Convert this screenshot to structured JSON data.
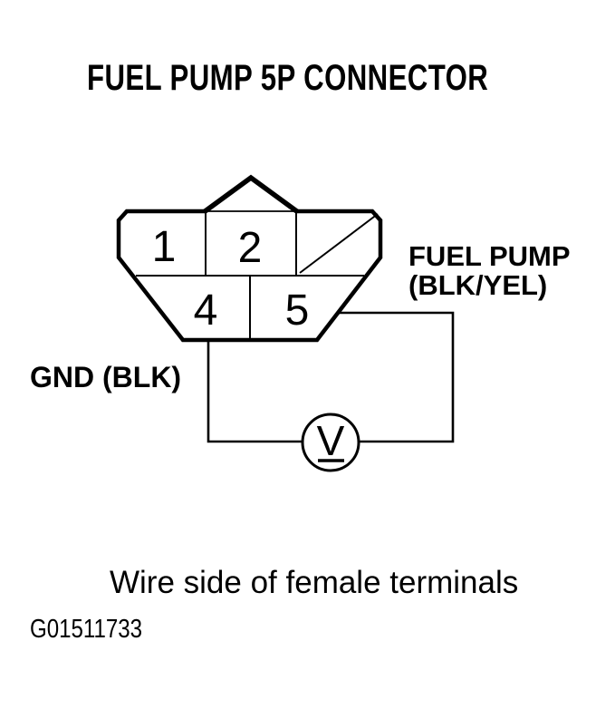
{
  "title": "FUEL PUMP 5P CONNECTOR",
  "connector": {
    "terminals": {
      "t1": "1",
      "t2": "2",
      "t4": "4",
      "t5": "5"
    }
  },
  "labels": {
    "fuel_pump_line1": "FUEL PUMP",
    "fuel_pump_line2": "(BLK/YEL)",
    "ground": "GND (BLK)"
  },
  "meter": {
    "symbol": "V"
  },
  "caption": "Wire side of female terminals",
  "figure_id": "G01511733",
  "colors": {
    "ink": "#000000",
    "paper": "#ffffff"
  }
}
